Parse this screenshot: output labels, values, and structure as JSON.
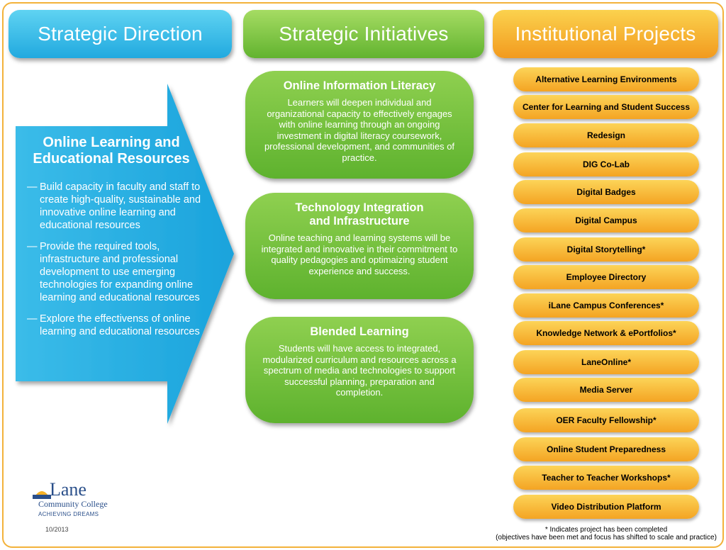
{
  "headers": {
    "direction": "Strategic Direction",
    "initiatives": "Strategic Initiatives",
    "projects": "Institutional Projects"
  },
  "direction": {
    "title": "Online Learning and Educational Resources",
    "items": [
      "Build capacity in faculty and staff to create high-quality, sustainable and innovative online learning and educational resources",
      "Provide the required tools, infrastructure and professional development to use emerging technologies for expanding online learning and educational resources",
      "Explore the effectivenss of online learning and educational resources"
    ]
  },
  "initiatives": [
    {
      "title": "Online Information Literacy",
      "description": "Learners will deepen individual and organizational capacity to effectively engages with online learning through an ongoing investment in digital literacy coursework, professional development, and communities of practice."
    },
    {
      "title": "Technology Integration and Infrastructure",
      "description": "Online teaching and learning systems will be integrated and innovative in their commitment to quality pedagogies and optimaizing student experience and success."
    },
    {
      "title": "Blended Learning",
      "description": "Students will have access to integrated, modularized curriculum and resources across a spectrum of media and technologies to support successful planning, preparation and completion."
    }
  ],
  "projects": [
    "Alternative Learning Environments",
    "Center for Learning and Student Success",
    "Redesign",
    "DIG Co-Lab",
    "Digital Badges",
    "Digital Campus",
    "Digital Storytelling*",
    "Employee Directory",
    "iLane Campus Conferences*",
    "Knowledge Network & ePortfolios*",
    "LaneOnline*",
    "Media Server",
    "OER Faculty Fellowship*",
    "Online Student Preparedness",
    "Teacher to Teacher Workshops*",
    "Video Distribution Platform"
  ],
  "footer": {
    "logo_word": "Lane",
    "logo_sub": "Community College",
    "logo_tag": "ACHIEVING DREAMS",
    "date": "10/2013",
    "note_line1": "* Indicates project has been completed",
    "note_line2": "(objectives have been met and focus has shifted to scale and practice)"
  },
  "colors": {
    "blue": "#21a9df",
    "green": "#62b32f",
    "orange": "#f29a1e",
    "border": "#f3b23a"
  }
}
